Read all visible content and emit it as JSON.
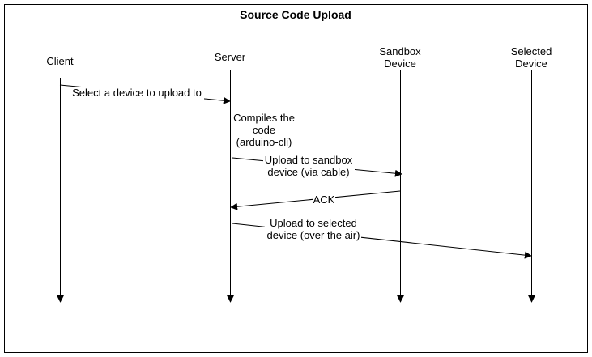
{
  "title": "Source Code Upload",
  "participants": {
    "client": [
      "Client"
    ],
    "server": [
      "Server"
    ],
    "sandbox": [
      "Sandbox",
      "Device"
    ],
    "selected": [
      "Selected",
      "Device"
    ]
  },
  "notes": {
    "compile": [
      "Compiles the",
      "code",
      "(arduino-cli)"
    ]
  },
  "messages": {
    "select_device": [
      "Select a device to upload to"
    ],
    "upload_sandbox": [
      "Upload to sandbox",
      "device (via cable)"
    ],
    "ack": [
      "ACK"
    ],
    "upload_selected": [
      "Upload to selected",
      "device (over the air)"
    ]
  }
}
